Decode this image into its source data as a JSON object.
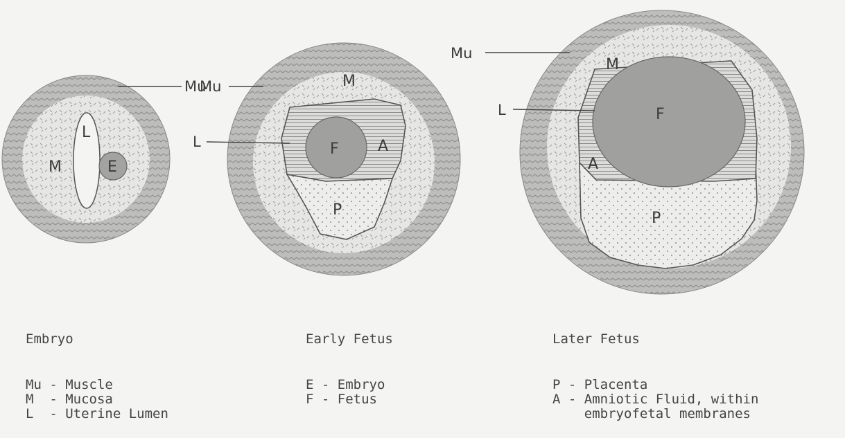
{
  "diagrams": {
    "embryo": {
      "mu": "Mu",
      "m": "M",
      "l": "L",
      "e": "E"
    },
    "early": {
      "mu": "Mu",
      "m": "M",
      "l": "L",
      "f": "F",
      "a": "A",
      "p": "P"
    },
    "later": {
      "mu": "Mu",
      "m": "M",
      "l": "L",
      "f": "F",
      "a": "A",
      "p": "P"
    }
  },
  "headings": {
    "embryo": "Embryo",
    "early": "Early Fetus",
    "later": "Later Fetus"
  },
  "legend": {
    "col1": [
      "Mu - Muscle",
      "M  - Mucosa",
      "L  - Uterine Lumen"
    ],
    "col2": [
      "E - Embryo",
      "F - Fetus"
    ],
    "col3": [
      "P - Placenta",
      "A - Amniotic Fluid, within",
      "    embryofetal membranes"
    ]
  },
  "colors": {
    "muscle": "#b9b9b9",
    "mucosa": "#e4e4e2",
    "fetus": "#9b9b9b",
    "amniotic": "#d7d7d5",
    "placenta": "#ececea"
  }
}
